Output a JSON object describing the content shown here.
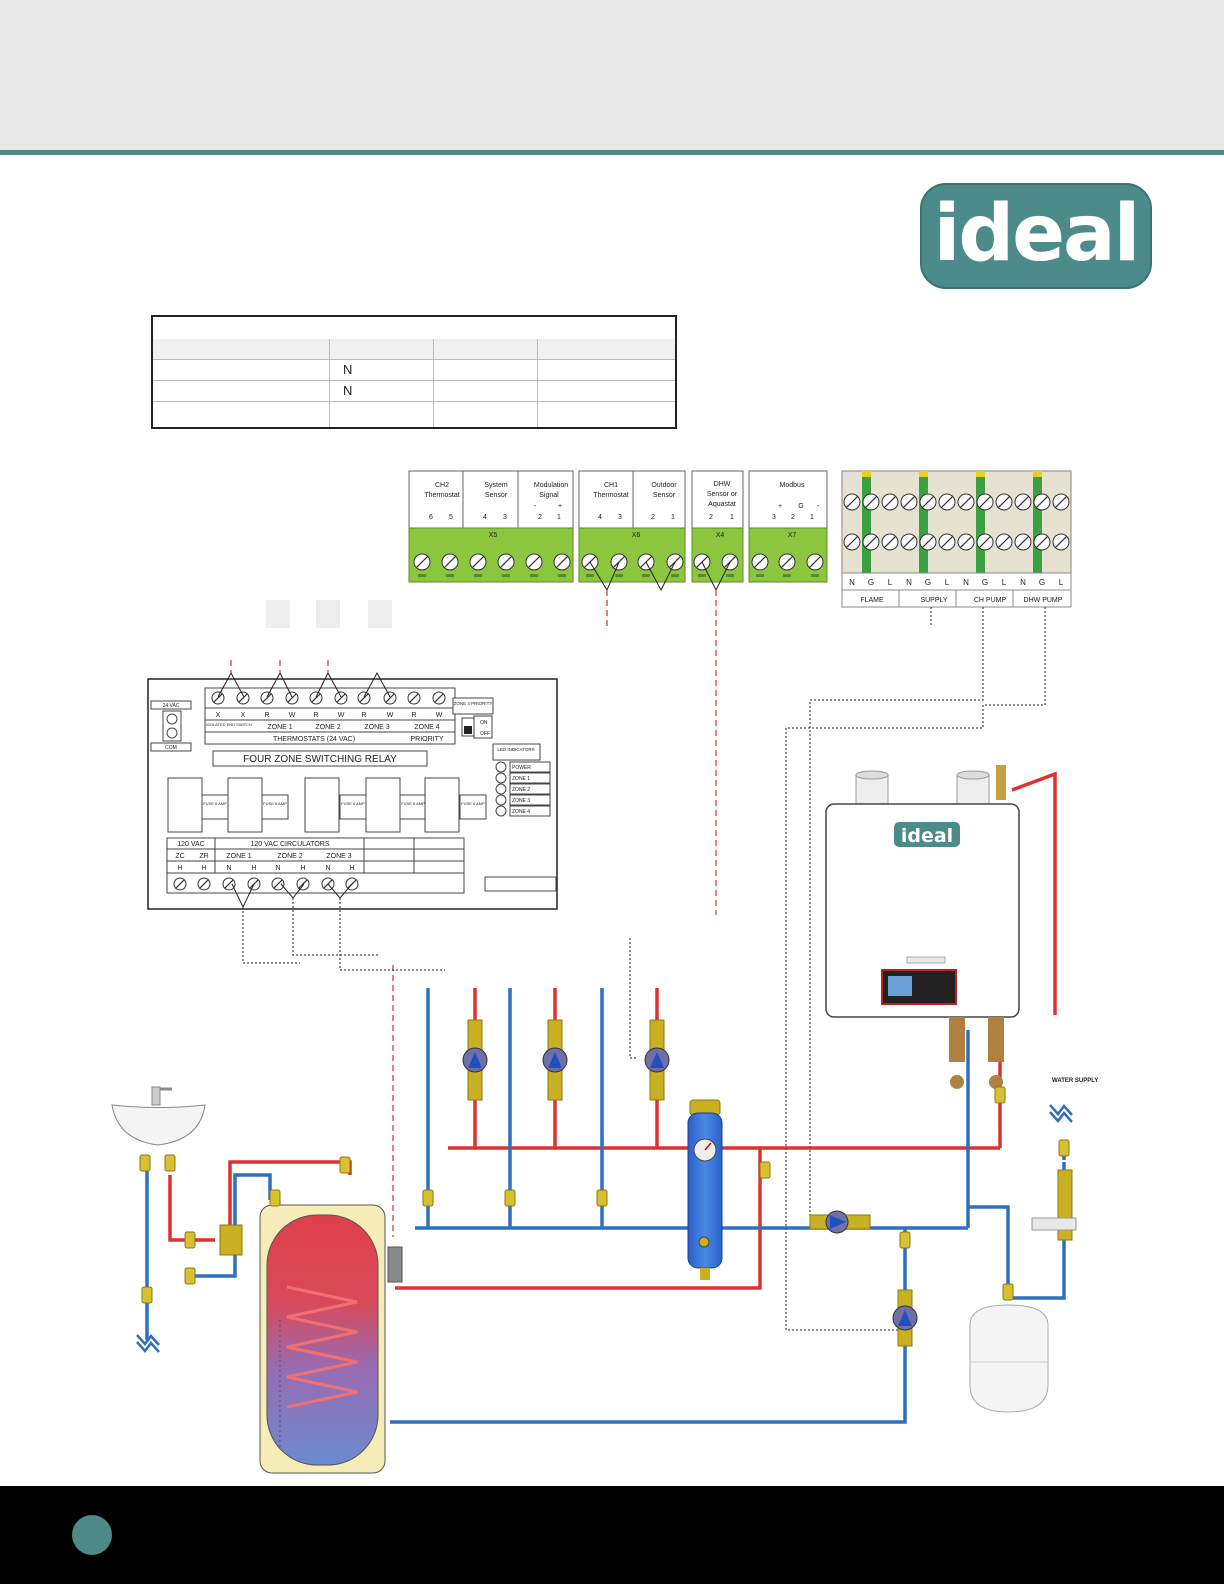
{
  "brand": {
    "logo_text": "ideal",
    "boiler_logo_text": "ideal",
    "accent": "#4d8a88"
  },
  "table": {
    "rows": [
      {
        "col2": "N"
      },
      {
        "col2": "N"
      }
    ]
  },
  "boiler_terminals": [
    {
      "name": "CH2 Thermostat",
      "line1": "CH2",
      "line2": "Thermostat",
      "pins": [
        "6",
        "5"
      ]
    },
    {
      "name": "System Sensor",
      "line1": "System",
      "line2": "Sensor",
      "pins": [
        "4",
        "3"
      ]
    },
    {
      "name": "Modulation Signal",
      "line1": "Modulation",
      "line2": "Signal",
      "polarity": [
        "-",
        "+"
      ],
      "pins": [
        "2",
        "1"
      ]
    },
    {
      "name": "CH1 Thermostat",
      "line1": "CH1",
      "line2": "Thermostat",
      "pins": [
        "4",
        "3"
      ]
    },
    {
      "name": "Outdoor Sensor",
      "line1": "Outdoor",
      "line2": "Sensor",
      "pins": [
        "2",
        "1"
      ]
    },
    {
      "name": "DHW Sensor or Aquastat",
      "line1": "DHW",
      "line2": "Sensor or",
      "line3": "Aquastat",
      "pins": [
        "2",
        "1"
      ]
    },
    {
      "name": "Modbus",
      "line1": "Modbus",
      "polarity": [
        "+",
        "G",
        "-"
      ],
      "pins": [
        "3",
        "2",
        "1"
      ]
    }
  ],
  "connectors": [
    "X5",
    "X6",
    "X4",
    "X7"
  ],
  "power_terminals": {
    "pins": [
      "N",
      "G",
      "L",
      "N",
      "G",
      "L",
      "N",
      "G",
      "L",
      "N",
      "G",
      "L"
    ],
    "groups": [
      "FLAME",
      "SUPPLY",
      "CH PUMP",
      "DHW PUMP"
    ]
  },
  "relay": {
    "title": "FOUR ZONE SWITCHING RELAY",
    "vac24": "24 VAC",
    "com": "COM",
    "top_pins": [
      "X",
      "X",
      "R",
      "W",
      "R",
      "W",
      "R",
      "W",
      "R",
      "W"
    ],
    "top_zones": [
      "ISOLATED END SWITCH",
      "ZONE 1",
      "ZONE 2",
      "ZONE 3",
      "ZONE 4"
    ],
    "thermostats": "THERMOSTATS (24 VAC)",
    "priority": "PRIORITY",
    "zone4_priority": "ZONE 4 PRIORITY",
    "on": "ON",
    "off": "OFF",
    "led_title": "LED INDICATORS",
    "leds": [
      "POWER",
      "ZONE 1",
      "ZONE 2",
      "ZONE 3",
      "ZONE 4"
    ],
    "fuse": "FUSE 6 AMP",
    "vac120": "120 VAC",
    "circulators": "120 VAC CIRCULATORS",
    "bottom_zones": [
      "ZC",
      "ZR",
      "ZONE 1",
      "ZONE 2",
      "ZONE 3"
    ],
    "bottom_pins": [
      "H",
      "H",
      "N",
      "H",
      "N",
      "H",
      "N",
      "H"
    ]
  },
  "water_supply": "WATER SUPPLY",
  "colors": {
    "hot": "#e03030",
    "cold": "#2f6fc0",
    "terminal_green": "#8cc63f",
    "relay_line": "#222222"
  }
}
